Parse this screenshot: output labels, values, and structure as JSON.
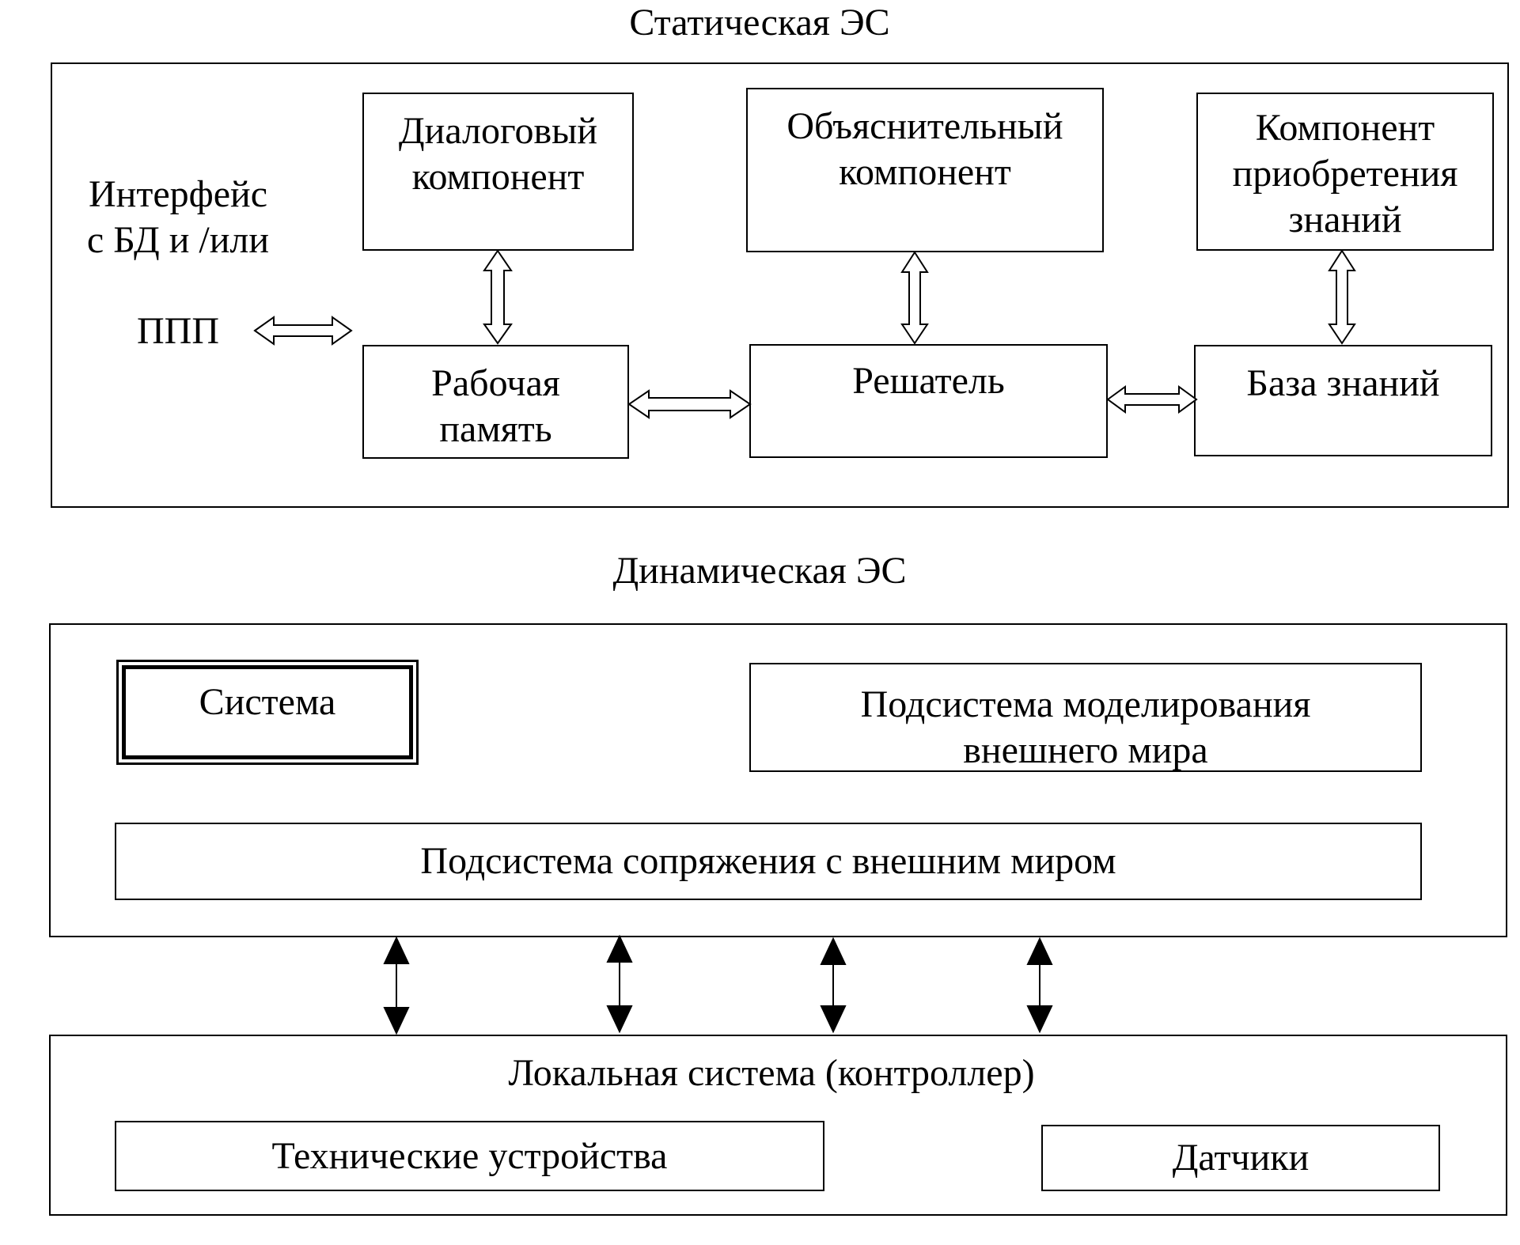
{
  "static_es": {
    "title": "Статическая ЭС",
    "interface_label": {
      "line1": "Интерфейс",
      "line2": "с БД и /или",
      "line3": "ППП"
    },
    "dialog": {
      "line1": "Диалоговый",
      "line2": "компонент"
    },
    "explain": {
      "line1": "Объяснительный",
      "line2": "компонент"
    },
    "acquire": {
      "line1": "Компонент",
      "line2": "приобретения",
      "line3": "знаний"
    },
    "working_memory": {
      "line1": "Рабочая",
      "line2": "память"
    },
    "solver": {
      "line1": "Решатель"
    },
    "knowledge_base": {
      "line1": "База знаний"
    }
  },
  "dynamic_es": {
    "title": "Динамическая ЭС",
    "system": "Система",
    "modeling": {
      "line1": "Подсистема моделирования",
      "line2": "внешнего мира"
    },
    "interface": "Подсистема сопряжения с внешним миром",
    "local": {
      "title": "Локальная система (контроллер)",
      "devices": "Технические устройства",
      "sensors": "Датчики"
    }
  }
}
